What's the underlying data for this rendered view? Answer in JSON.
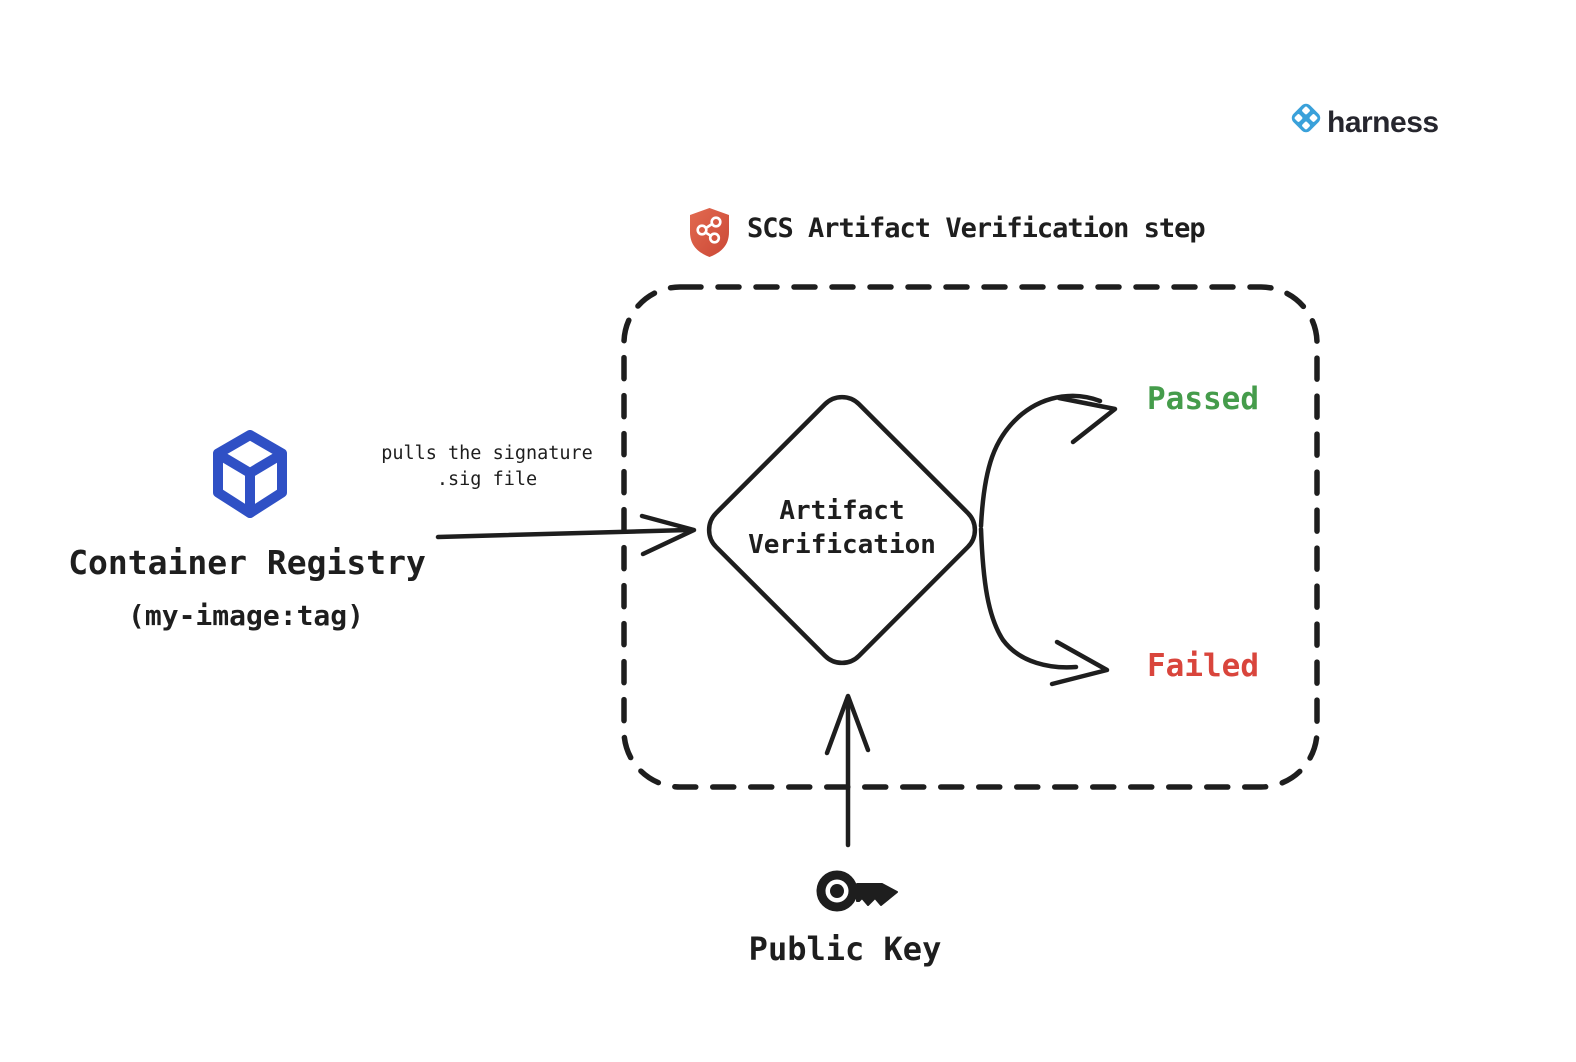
{
  "canvas": {
    "background": "#ffffff",
    "ink": "#1e1e1e"
  },
  "brand": {
    "name": "harness",
    "icon": "harness-diamond-icon",
    "icon_color": "#3aa1da",
    "text_color": "#26262e"
  },
  "step": {
    "title": "SCS Artifact Verification step",
    "shield_icon": "shield-graph-icon",
    "shield_color": "#d8543d"
  },
  "registry": {
    "label": "Container Registry",
    "image_tag": "(my-image:tag)",
    "icon": "container-cube-icon",
    "icon_color": "#2f50c5"
  },
  "pull_annotation": {
    "line1": "pulls the signature",
    "line2": ".sig file"
  },
  "decision": {
    "line1": "Artifact",
    "line2": "Verification"
  },
  "outcomes": [
    {
      "label": "Passed",
      "color": "#459c4b"
    },
    {
      "label": "Failed",
      "color": "#d9453c"
    }
  ],
  "key_input": {
    "label": "Public Key",
    "icon": "key-icon"
  }
}
